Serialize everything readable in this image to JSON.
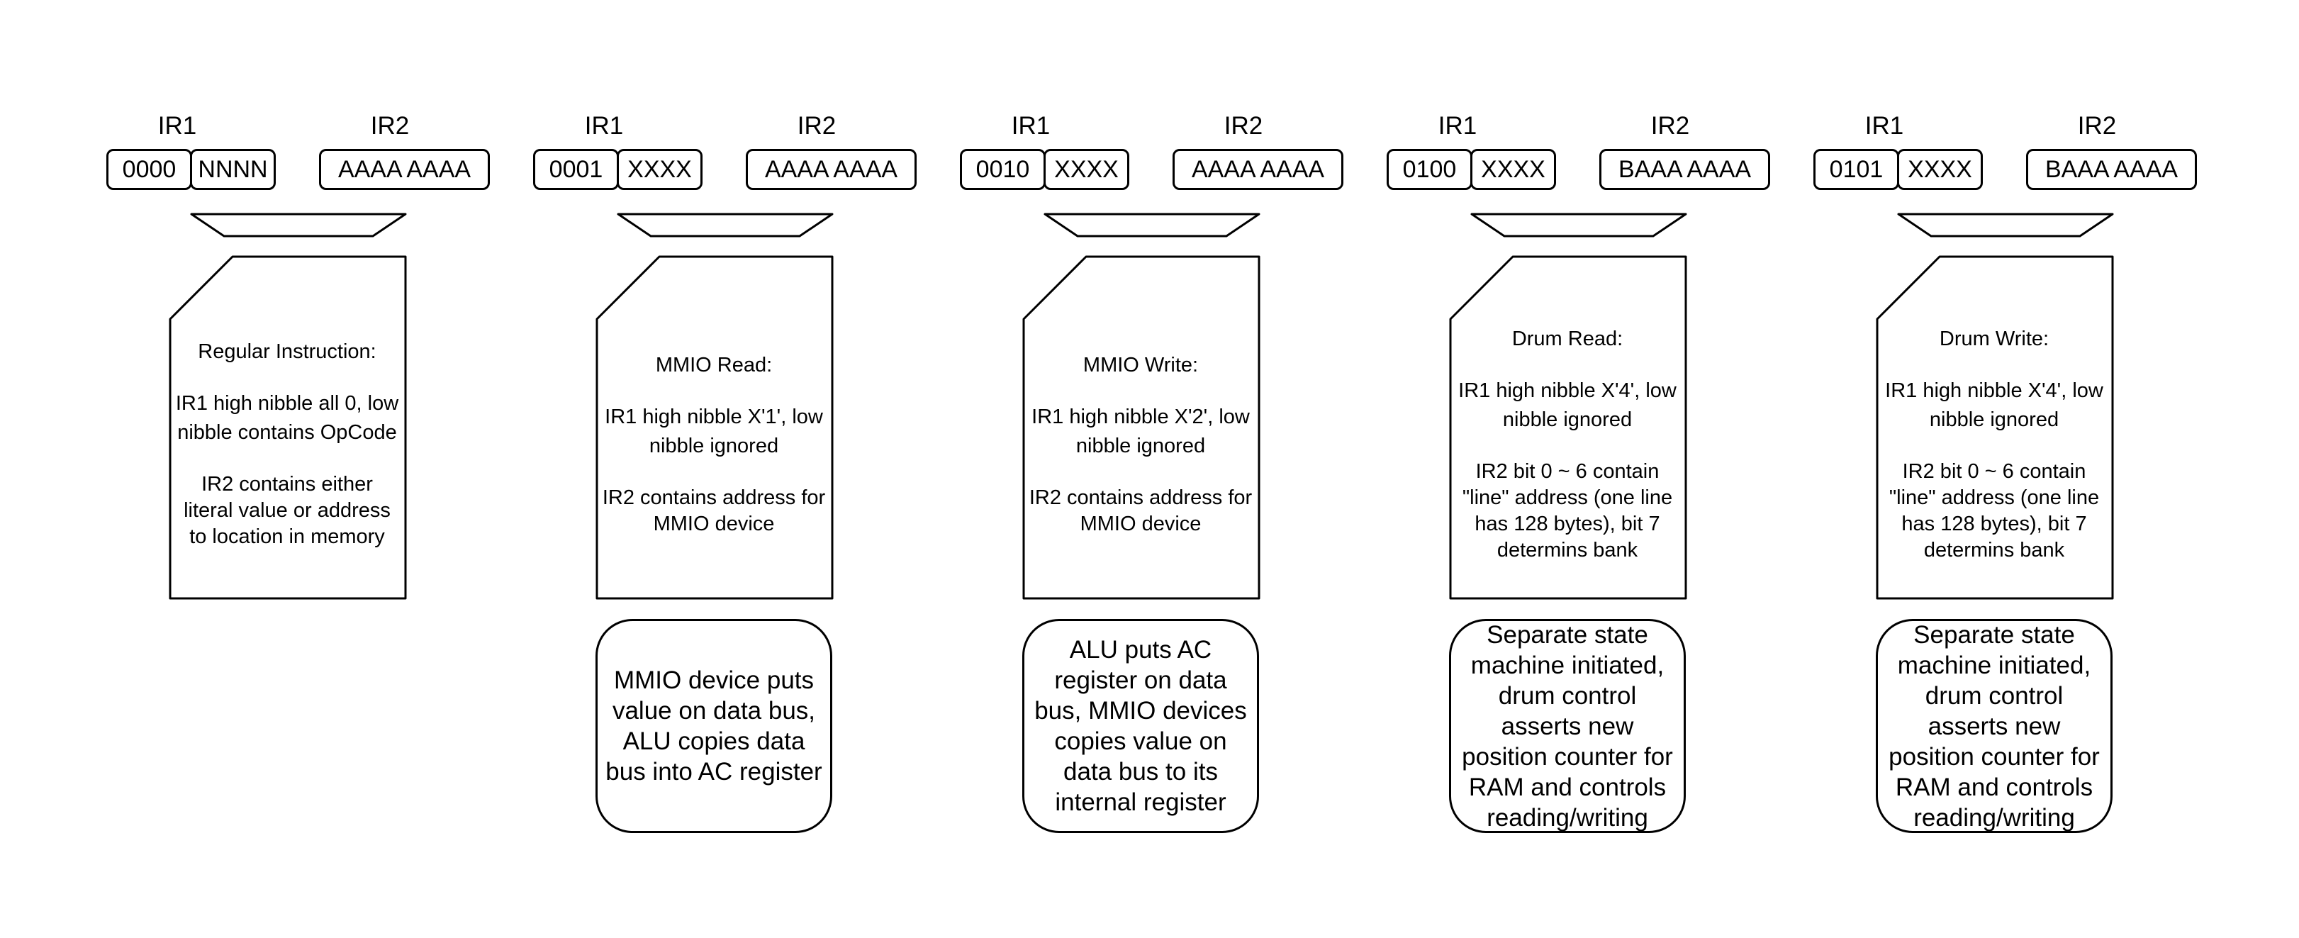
{
  "labels": {
    "ir1": "IR1",
    "ir2": "IR2"
  },
  "instructions": [
    {
      "ir1_high": "0000",
      "ir1_low": "NNNN",
      "ir2": "AAAA AAAA",
      "title": "Regular Instruction:",
      "desc1": "IR1 high nibble all 0, low nibble contains OpCode",
      "desc2": "IR2 contains either literal value or address to location in memory",
      "note": ""
    },
    {
      "ir1_high": "0001",
      "ir1_low": "XXXX",
      "ir2": "AAAA AAAA",
      "title": "MMIO Read:",
      "desc1": "IR1 high nibble X'1', low nibble ignored",
      "desc2": "IR2 contains address for MMIO device",
      "note": "MMIO device puts value on data bus, ALU copies data bus into AC register"
    },
    {
      "ir1_high": "0010",
      "ir1_low": "XXXX",
      "ir2": "AAAA AAAA",
      "title": "MMIO Write:",
      "desc1": "IR1 high nibble X'2', low nibble ignored",
      "desc2": "IR2 contains address for MMIO device",
      "note": "ALU puts AC register on data bus, MMIO devices copies value on data bus to its internal register"
    },
    {
      "ir1_high": "0100",
      "ir1_low": "XXXX",
      "ir2": "BAAA AAAA",
      "title": "Drum Read:",
      "desc1": "IR1 high nibble X'4', low nibble ignored",
      "desc2": "IR2 bit 0 ~ 6 contain \"line\" address (one line has 128 bytes), bit 7 determins bank",
      "note": "Separate state machine initiated, drum control asserts new position counter for RAM and controls reading/writing"
    },
    {
      "ir1_high": "0101",
      "ir1_low": "XXXX",
      "ir2": "BAAA AAAA",
      "title": "Drum Write:",
      "desc1": "IR1 high nibble X'4', low nibble ignored",
      "desc2": "IR2 bit 0 ~ 6 contain \"line\" address (one line has 128 bytes), bit 7 determins bank",
      "note": "Separate state machine initiated, drum control asserts new position counter for RAM and controls reading/writing"
    }
  ]
}
